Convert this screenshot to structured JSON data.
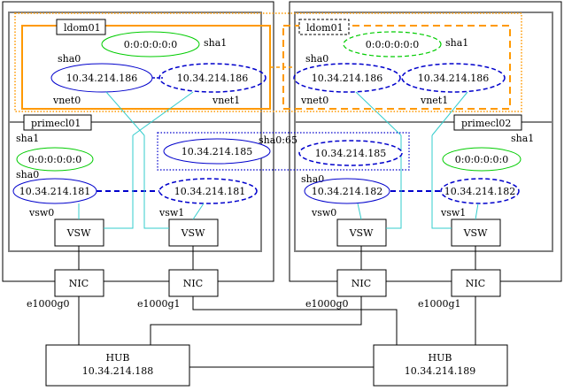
{
  "colors": {
    "orange": "#ff9900",
    "blue": "#0000cc",
    "green": "#00cc00",
    "cyan": "#33cccc",
    "gray": "#808080"
  },
  "left_host": {
    "guest_domain_label": "ldom01",
    "sha1_ip": "0:0:0:0:0:0",
    "sha1_label": "sha1",
    "sha0_label": "sha0",
    "vnet0_ip": "10.34.214.186",
    "vnet1_ip": "10.34.214.186",
    "vnet0_label": "vnet0",
    "vnet1_label": "vnet1",
    "control_domain_label": "primecl01",
    "ctrl_sha1_label": "sha1",
    "ctrl_sha1_ip": "0:0:0:0:0:0",
    "ctrl_sha0_label": "sha0",
    "vsw0_ip": "10.34.214.181",
    "vsw1_ip": "10.34.214.181",
    "vsw0_label": "vsw0",
    "vsw1_label": "vsw1",
    "vsw_box_0": "VSW",
    "vsw_box_1": "VSW",
    "nic_0": "NIC",
    "nic_1": "NIC",
    "if_0": "e1000g0",
    "if_1": "e1000g1"
  },
  "right_host": {
    "guest_domain_label": "ldom01",
    "sha1_ip": "0:0:0:0:0:0",
    "sha1_label": "sha1",
    "sha0_label": "sha0",
    "vnet0_ip": "10.34.214.186",
    "vnet1_ip": "10.34.214.186",
    "vnet0_label": "vnet0",
    "vnet1_label": "vnet1",
    "control_domain_label": "primecl02",
    "ctrl_sha1_label": "sha1",
    "ctrl_sha1_ip": "0:0:0:0:0:0",
    "ctrl_sha0_label": "sha0",
    "vsw0_ip": "10.34.214.182",
    "vsw1_ip": "10.34.214.182",
    "vsw0_label": "vsw0",
    "vsw1_label": "vsw1",
    "vsw_box_0": "VSW",
    "vsw_box_1": "VSW",
    "nic_0": "NIC",
    "nic_1": "NIC",
    "if_0": "e1000g0",
    "if_1": "e1000g1"
  },
  "takeover": {
    "label": "sha0:65",
    "ip_left": "10.34.214.185",
    "ip_right": "10.34.214.185"
  },
  "hubs": [
    {
      "label": "HUB",
      "ip": "10.34.214.188"
    },
    {
      "label": "HUB",
      "ip": "10.34.214.189"
    }
  ]
}
